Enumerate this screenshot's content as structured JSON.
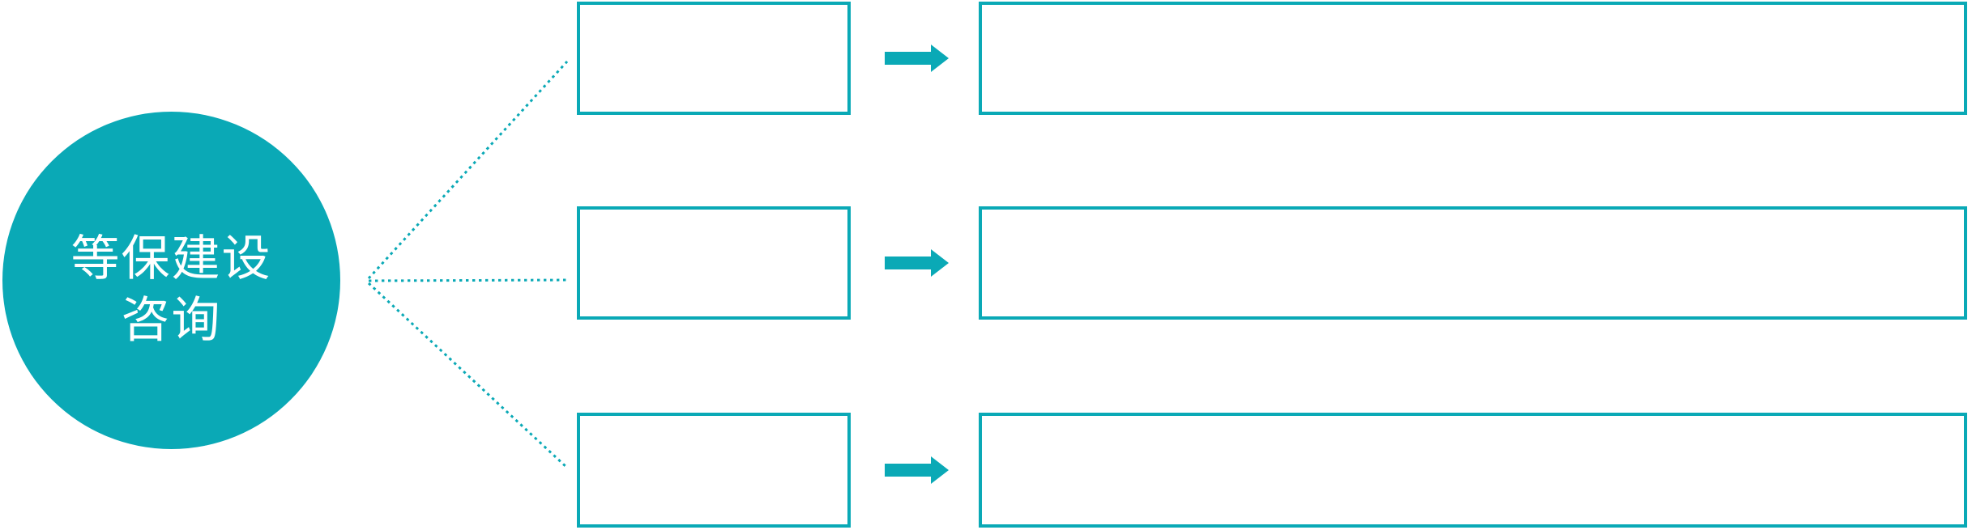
{
  "diagram": {
    "type": "hub-fanout-diagram",
    "background_color": "#ffffff",
    "accent_color": "#0aa9b6",
    "hub_text_color": "#ffffff"
  },
  "hub": {
    "label": "等保建设咨询",
    "lines": [
      "等保建设",
      "咨询"
    ]
  },
  "rows": [
    {
      "small_box_text": "",
      "large_box_text": ""
    },
    {
      "small_box_text": "",
      "large_box_text": ""
    },
    {
      "small_box_text": "",
      "large_box_text": ""
    }
  ],
  "icons": {
    "arrow": "right-block-arrow",
    "connector": "dashed-line"
  }
}
